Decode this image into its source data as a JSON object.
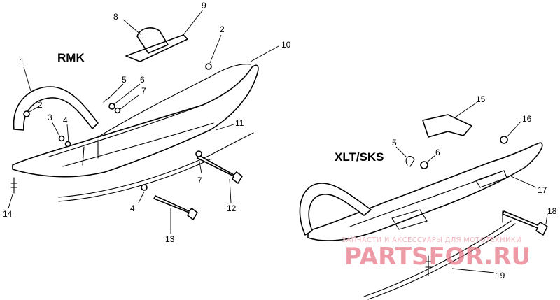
{
  "titles": {
    "left": "RMK",
    "right": "XLT/SKS"
  },
  "callouts": [
    {
      "id": "c1",
      "text": "1"
    },
    {
      "id": "c2a",
      "text": "2"
    },
    {
      "id": "c2b",
      "text": "2"
    },
    {
      "id": "c3",
      "text": "3"
    },
    {
      "id": "c4a",
      "text": "4"
    },
    {
      "id": "c4b",
      "text": "4"
    },
    {
      "id": "c5a",
      "text": "5"
    },
    {
      "id": "c5b",
      "text": "5"
    },
    {
      "id": "c6a",
      "text": "6"
    },
    {
      "id": "c6b",
      "text": "6"
    },
    {
      "id": "c7a",
      "text": "7"
    },
    {
      "id": "c7b",
      "text": "7"
    },
    {
      "id": "c8",
      "text": "8"
    },
    {
      "id": "c9",
      "text": "9"
    },
    {
      "id": "c10",
      "text": "10"
    },
    {
      "id": "c11",
      "text": "11"
    },
    {
      "id": "c12",
      "text": "12"
    },
    {
      "id": "c13",
      "text": "13"
    },
    {
      "id": "c14",
      "text": "14"
    },
    {
      "id": "c15",
      "text": "15"
    },
    {
      "id": "c16",
      "text": "16"
    },
    {
      "id": "c17",
      "text": "17"
    },
    {
      "id": "c18",
      "text": "18"
    },
    {
      "id": "c19",
      "text": "19"
    }
  ],
  "watermark": {
    "tagline": "ЗАПЧАСТИ И АКСЕССУАРЫ ДЛЯ МОТОТЕХНИКИ",
    "brand": "PARTSFOR.RU"
  },
  "colors": {
    "ink": "#000000",
    "watermark": "#e8798a",
    "background": "#ffffff"
  }
}
